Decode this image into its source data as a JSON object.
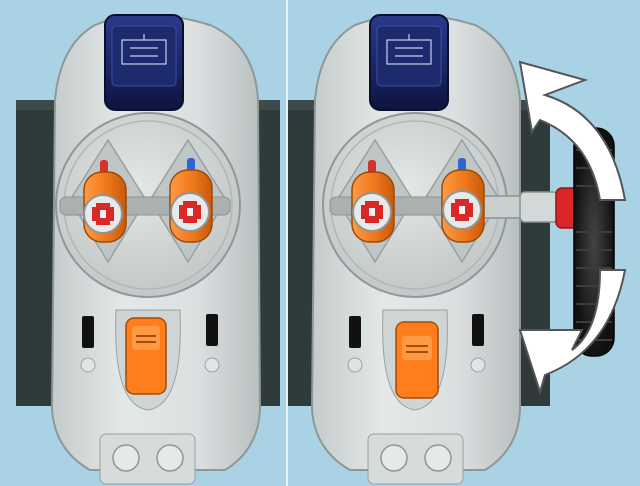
{
  "scene": {
    "type": "instruction-illustration",
    "colors": {
      "background": "#a9d3e4",
      "panel_divider": "#e6f3f8",
      "backplate": "#2f3a3b",
      "controller_body": "#d9dede",
      "controller_shadow": "#b9c0c0",
      "dial": "#cfd4d3",
      "lever_orange": "#f07a1e",
      "lever_red_tip": "#d4322a",
      "lever_blue_tip": "#2f66cc",
      "cross_red": "#d92828",
      "slider_orange": "#ff7d1a",
      "ir_window": "#1d2a6d",
      "arrow_white": "#ffffff",
      "arrow_outline": "#555555",
      "wheel_black": "#1c1c1c",
      "axle_red": "#d8262b",
      "axle_grey": "#c9cfcf"
    },
    "panels": [
      {
        "id": "left",
        "has_wheel_attachment": false
      },
      {
        "id": "right",
        "has_wheel_attachment": true,
        "rotation_arrows": [
          "arrow-up",
          "arrow-down"
        ]
      }
    ],
    "icons": {
      "lever_cross": "plus-cross-icon",
      "rotate_arrow": "curved-arrow-icon"
    }
  }
}
